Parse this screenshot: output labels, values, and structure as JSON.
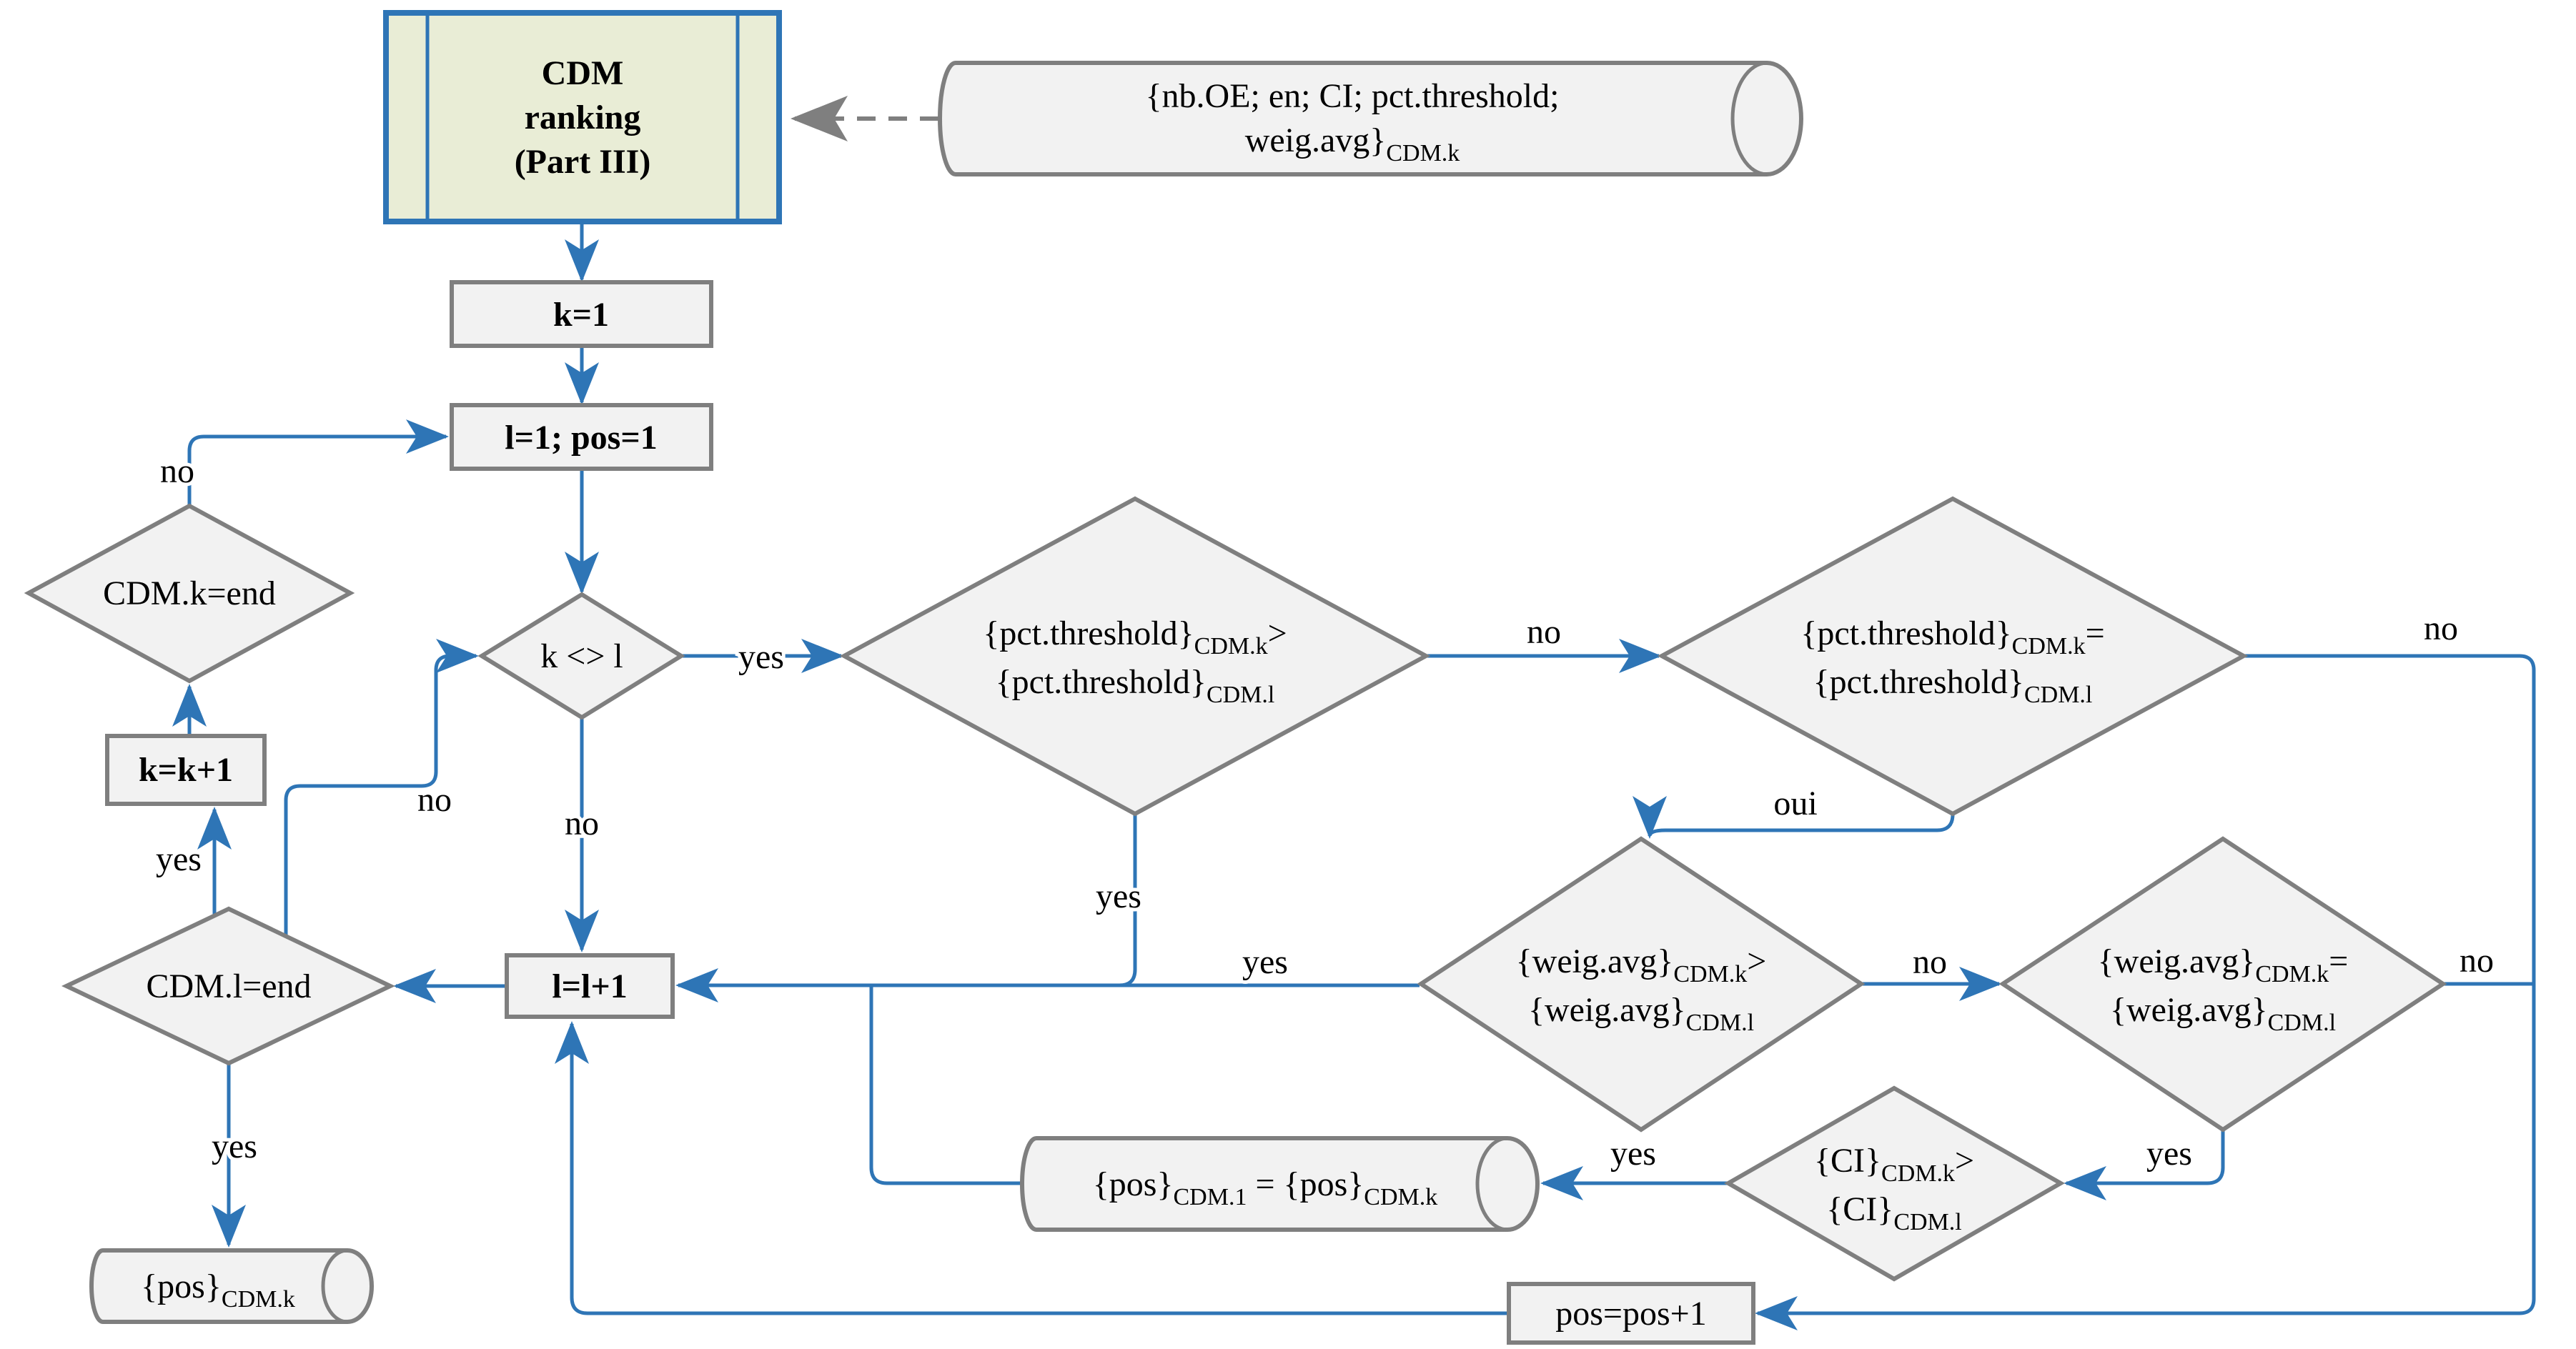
{
  "diagram": {
    "title_box": {
      "lines": [
        "CDM",
        "ranking",
        "(Part III)"
      ]
    },
    "input_store": {
      "line1": "{nb.OE; en; CI; pct.threshold;",
      "line2_main": "weig.avg}",
      "line2_sub": "CDM.k"
    },
    "nodes": {
      "init_k": "k=1",
      "init_l": "l=1; pos=1",
      "loop_check": "k <> l",
      "cdmk_end": "CDM.k=end",
      "inc_k": "k=k+1",
      "cdml_end": "CDM.l=end",
      "inc_l": "l=l+1",
      "inc_pos": "pos=pos+1",
      "pct_gt": {
        "l1m": "{pct.threshold}",
        "l1s": "CDM.k",
        "l1t": ">",
        "l2m": "{pct.threshold}",
        "l2s": "CDM.l"
      },
      "pct_eq": {
        "l1m": "{pct.threshold}",
        "l1s": "CDM.k",
        "l1t": "=",
        "l2m": "{pct.threshold}",
        "l2s": "CDM.l"
      },
      "weig_gt": {
        "l1m": "{weig.avg}",
        "l1s": "CDM.k",
        "l1t": ">",
        "l2m": "{weig.avg}",
        "l2s": "CDM.l"
      },
      "weig_eq": {
        "l1m": "{weig.avg}",
        "l1s": "CDM.k",
        "l1t": "=",
        "l2m": "{weig.avg}",
        "l2s": "CDM.l"
      },
      "ci_gt": {
        "l1m": "{CI}",
        "l1s": "CDM.k",
        "l1t": ">",
        "l2m": "{CI}",
        "l2s": "CDM.l"
      },
      "pos_assign": {
        "p1": "{pos}",
        "s1": "CDM.1",
        "eq": " = ",
        "p2": "{pos}",
        "s2": "CDM.k"
      },
      "pos_out": {
        "main": "{pos}",
        "sub": "CDM.k"
      }
    },
    "labels": {
      "yes_k_ne_l": "yes",
      "no_pct_gt": "no",
      "no_pct_eq": "no",
      "oui_pct_eq": "oui",
      "yes_pct_gt": "yes",
      "yes_weig_to_incl": "yes",
      "no_k_ne_l": "no",
      "no_weig_gt": "no",
      "no_weig_eq": "no",
      "yes_weig_eq": "yes",
      "yes_ci": "yes",
      "no_cdml": "no",
      "no_cdmk": "no",
      "yes_cdml_up": "yes",
      "yes_cdml_down": "yes"
    },
    "colors": {
      "connector_blue": "#2e75b6",
      "shape_border_grey": "#7f7f7f",
      "shape_fill_grey": "#f2f2f2",
      "process_fill_green": "#e9edd6",
      "process_border_blue": "#2e75b6",
      "text_black": "#000000"
    }
  }
}
